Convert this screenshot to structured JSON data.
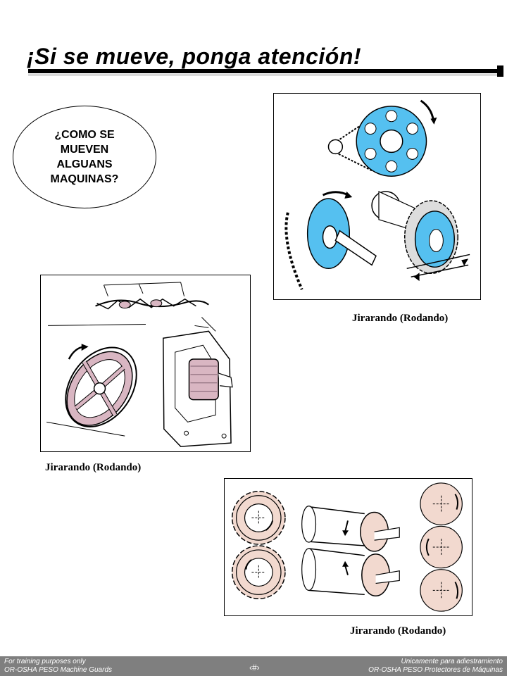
{
  "title": "¡Si se mueve, ponga atención!",
  "callout": {
    "line1": "¿COMO SE",
    "line2": "MUEVEN",
    "line3": "ALGUANS",
    "line4": "MAQUINAS?"
  },
  "captions": {
    "top_right": "Jirarando (Rodando)",
    "middle_left": "Jirarando (Rodando)",
    "bottom_right": "Jirarando (Rodando)"
  },
  "footer": {
    "left_line1": "For training purposes only",
    "left_line2": "OR-OSHA PESO  Machine Guards",
    "page_marker": "‹#›",
    "right_line1": "Unicamente para adiestramiento",
    "right_line2": "OR-OSHA PESO Protectores de Máquinas"
  },
  "colors": {
    "blue_parts": "#55c0f0",
    "pink_parts": "#d9b6c2",
    "peach_parts": "#f2d9cf",
    "footer_bar": "#7f7f7f"
  }
}
